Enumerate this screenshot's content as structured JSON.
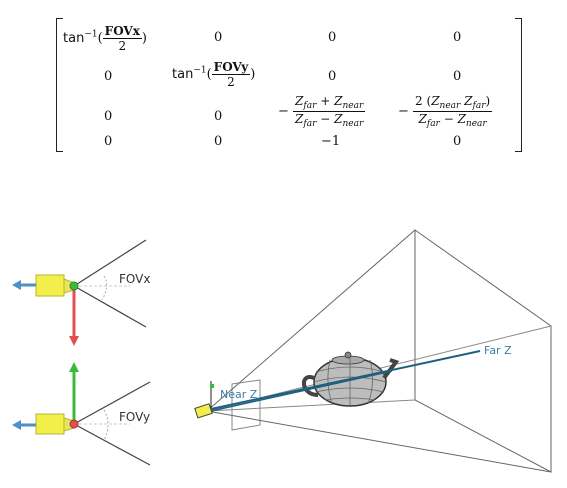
{
  "matrix": {
    "fn": "tan",
    "inv": "−1",
    "fovx": "FOVx",
    "fovy": "FOVy",
    "two": "2",
    "zero": "0",
    "neg_one": "−1",
    "minus": "−",
    "plus": "+",
    "coef": "2",
    "z": "Z",
    "far": "far",
    "near": "near"
  },
  "diagram": {
    "label_fovx": "FOVx",
    "label_fovy": "FOVy",
    "label_near_z": "Near Z",
    "label_far_z": "Far Z"
  },
  "colors": {
    "camera": "#f2ef4a",
    "frustum_axis": "#1f5f80",
    "label_blue": "#3a7ea8",
    "arrow_blue": "#4d8fc9",
    "arrow_red": "#e05050",
    "arrow_green": "#3bbb3b"
  }
}
